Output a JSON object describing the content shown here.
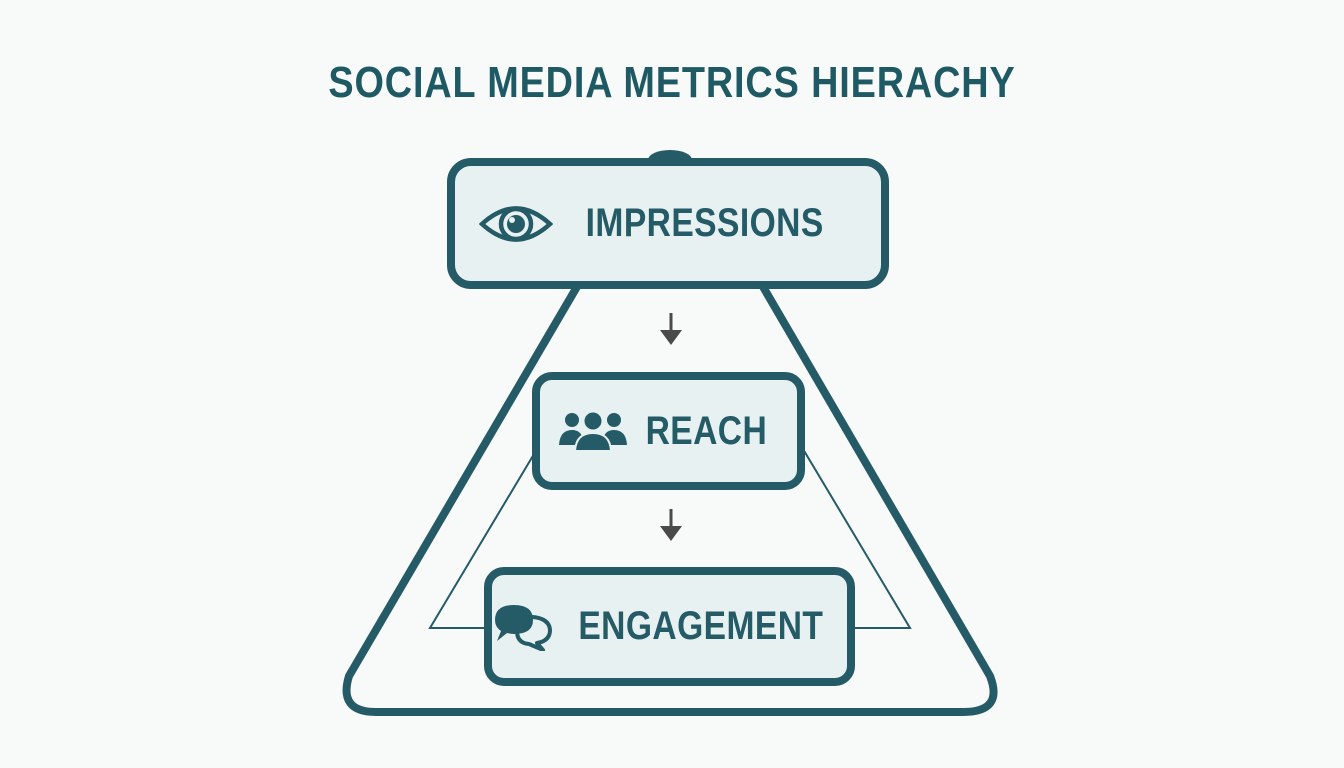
{
  "title": "SOCIAL MEDIA METRICS HIERACHY",
  "levels": [
    {
      "label": "IMPRESSIONS",
      "icon": "eye-icon"
    },
    {
      "label": "REACH",
      "icon": "people-group-icon"
    },
    {
      "label": "ENGAGEMENT",
      "icon": "chat-bubbles-icon"
    }
  ],
  "colors": {
    "primary": "#255b66",
    "box_fill": "#e8f1f1",
    "background": "#f8f9f9",
    "arrow": "#4a4a4a"
  }
}
